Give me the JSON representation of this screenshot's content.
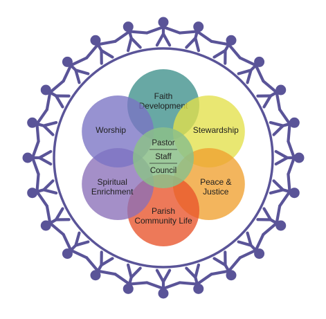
{
  "diagram": {
    "center": {
      "lines": [
        "Pastor",
        "Staff",
        "Council"
      ],
      "color": "#8cc08a"
    },
    "petals": [
      {
        "lines": [
          "Faith",
          "Development"
        ],
        "color": "#3e8f8a"
      },
      {
        "lines": [
          "Stewardship"
        ],
        "color": "#e3e04a"
      },
      {
        "lines": [
          "Peace &",
          "Justice"
        ],
        "color": "#f0a030"
      },
      {
        "lines": [
          "Parish",
          "Community Life"
        ],
        "color": "#e8532a"
      },
      {
        "lines": [
          "Spiritual",
          "Enrichment"
        ],
        "color": "#8a6fb8"
      },
      {
        "lines": [
          "Worship"
        ],
        "color": "#7a73c4"
      }
    ],
    "ring": {
      "color": "#5a5498",
      "figure_count": 24
    }
  }
}
